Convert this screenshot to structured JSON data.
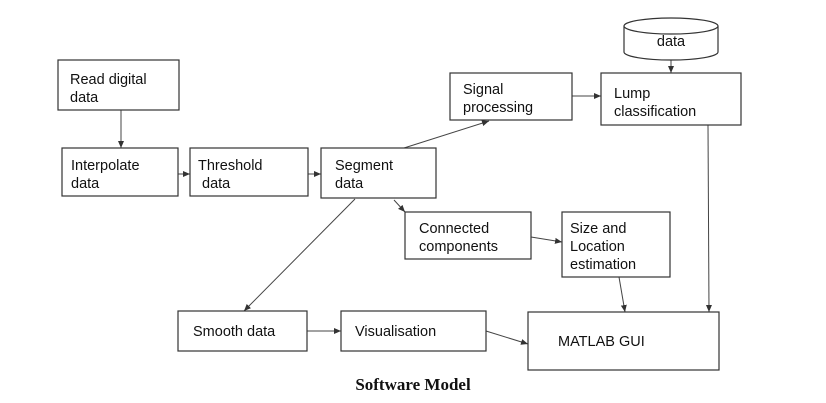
{
  "caption": "Software Model",
  "nodes": {
    "read": {
      "lines": [
        "Read digital",
        "data"
      ]
    },
    "interp": {
      "lines": [
        "Interpolate",
        "data"
      ]
    },
    "thresh": {
      "lines": [
        "Threshold",
        " data"
      ]
    },
    "segment": {
      "lines": [
        "Segment",
        "data"
      ]
    },
    "signal": {
      "lines": [
        "Signal",
        "processing"
      ]
    },
    "lump": {
      "lines": [
        "Lump",
        "classification"
      ]
    },
    "db": {
      "lines": [
        "data"
      ]
    },
    "connected": {
      "lines": [
        "Connected",
        "components"
      ]
    },
    "size": {
      "lines": [
        "Size and",
        "Location",
        "estimation"
      ]
    },
    "smooth": {
      "lines": [
        "Smooth data"
      ]
    },
    "visual": {
      "lines": [
        "Visualisation"
      ]
    },
    "gui": {
      "lines": [
        "MATLAB GUI"
      ]
    }
  },
  "edges": [
    [
      "read",
      "interp"
    ],
    [
      "interp",
      "thresh"
    ],
    [
      "thresh",
      "segment"
    ],
    [
      "segment",
      "signal"
    ],
    [
      "signal",
      "lump"
    ],
    [
      "db",
      "lump"
    ],
    [
      "segment",
      "connected"
    ],
    [
      "connected",
      "size"
    ],
    [
      "segment",
      "smooth"
    ],
    [
      "smooth",
      "visual"
    ],
    [
      "visual",
      "gui"
    ],
    [
      "size",
      "gui"
    ],
    [
      "lump",
      "gui"
    ]
  ]
}
